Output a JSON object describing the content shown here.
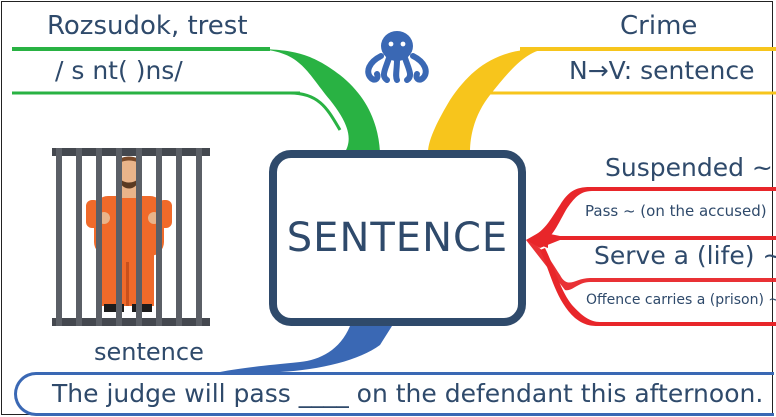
{
  "center": {
    "word": "SENTENCE"
  },
  "top_left": {
    "line1": "Rozsudok, trest",
    "line2": "/  s  nt(  )ns/"
  },
  "top_right": {
    "line1": "Crime",
    "line2": "N→V: sentence"
  },
  "right_branch": {
    "items": [
      "Suspended ~",
      "Pass ~ (on the accused)",
      "Serve a (life) ~",
      "Offence carries a (prison) ~"
    ]
  },
  "left_image": {
    "caption": "sentence"
  },
  "bottom": {
    "example": "The judge will pass ____ on the defendant this afternoon."
  },
  "colors": {
    "navy": "#2f4a6b",
    "green": "#29b243",
    "yellow": "#f7c51c",
    "red": "#e8262a",
    "blue": "#3a68b4"
  }
}
